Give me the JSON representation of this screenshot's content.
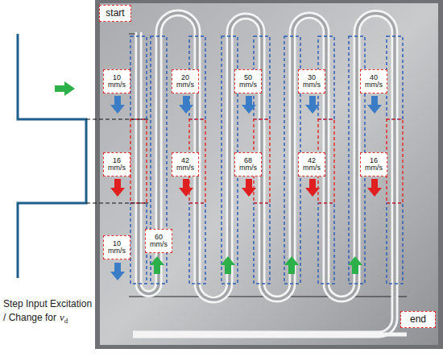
{
  "diagram": {
    "nodes": [
      {
        "text": [
          "start"
        ]
      },
      {
        "text": [
          "10 mm/s"
        ]
      },
      {
        "text": [
          "20 mm/s"
        ]
      },
      {
        "text": [
          "50 mm/s"
        ]
      },
      {
        "text": [
          "30 mm/s"
        ]
      },
      {
        "text": [
          "40 mm/s"
        ]
      },
      {
        "text": [
          "16 mm/s"
        ]
      },
      {
        "text": [
          "42 mm/s"
        ]
      },
      {
        "text": [
          "68 mm/s"
        ]
      },
      {
        "text": [
          "42 mm/s"
        ]
      },
      {
        "text": [
          "16 mm/s"
        ]
      },
      {
        "text": [
          "10 mm/s"
        ]
      },
      {
        "text": [
          "60 mm/s"
        ]
      },
      {
        "text": [
          "end"
        ]
      }
    ],
    "labels": [
      "Step Input Excitation / Change for",
      "v",
      "d"
    ]
  }
}
